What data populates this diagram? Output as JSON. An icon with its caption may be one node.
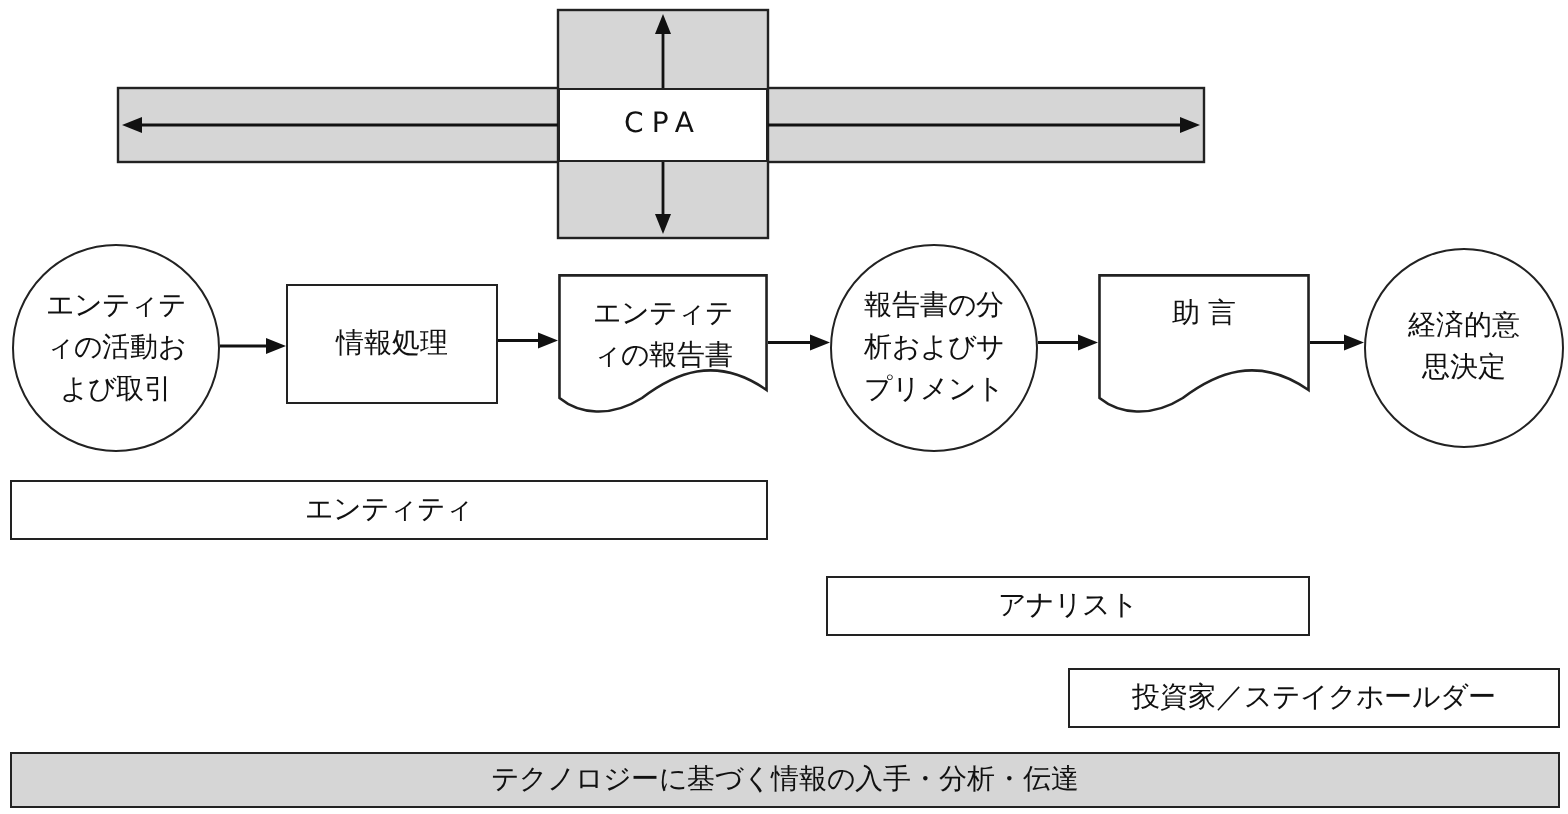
{
  "diagram": {
    "nodes": [
      {
        "text": [
          "CPA"
        ]
      },
      {
        "text": [
          "エンティティの活動および取引"
        ]
      },
      {
        "text": [
          "情報処理"
        ]
      },
      {
        "text": [
          "エンティティの報告書"
        ]
      },
      {
        "text": [
          "報告書の分析およびサプリメント"
        ]
      },
      {
        "text": [
          "助 言"
        ]
      },
      {
        "text": [
          "経済的意思決定"
        ]
      },
      {
        "text": [
          "エンティティ"
        ]
      },
      {
        "text": [
          "アナリスト"
        ]
      },
      {
        "text": [
          "投資家／ステイクホールダー"
        ]
      },
      {
        "text": [
          "テクノロジーに基づく情報の入手・分析・伝達"
        ]
      }
    ],
    "edges": [
      {
        "from": 0,
        "to": null,
        "arrow": "to"
      },
      {
        "from": 0,
        "to": null,
        "arrow": "to"
      },
      {
        "from": 0,
        "to": null,
        "arrow": "to"
      },
      {
        "from": 0,
        "to": null,
        "arrow": "to"
      },
      {
        "from": 1,
        "to": 2,
        "arrow": "to"
      },
      {
        "from": 2,
        "to": 3,
        "arrow": "to"
      },
      {
        "from": 3,
        "to": 4,
        "arrow": "to"
      },
      {
        "from": 4,
        "to": 5,
        "arrow": "to"
      },
      {
        "from": 5,
        "to": 6,
        "arrow": "to"
      }
    ]
  }
}
